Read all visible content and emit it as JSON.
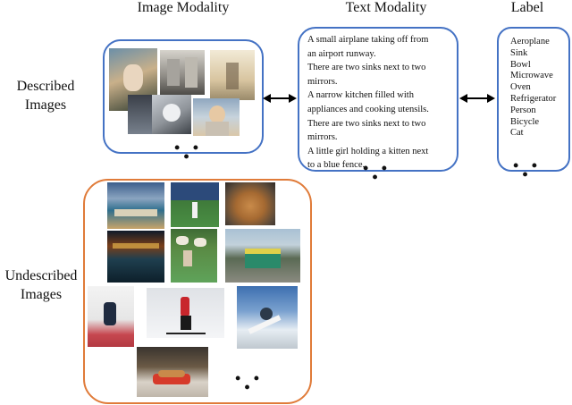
{
  "headers": {
    "image_modality": "Image Modality",
    "text_modality": "Text Modality",
    "label": "Label"
  },
  "side_labels": {
    "described_line1": "Described",
    "described_line2": "Images",
    "undescribed_line1": "Undescribed",
    "undescribed_line2": "Images"
  },
  "captions": [
    "A small airplane taking off from",
    "an airport runway.",
    "There are two sinks next to two",
    "mirrors.",
    "A narrow kitchen filled with",
    "appliances and cooking utensils.",
    "There are two sinks next to two",
    "mirrors.",
    "A little girl holding a kitten next",
    "to a blue fence."
  ],
  "labels": [
    "Aeroplane",
    "Sink",
    "Bowl",
    "Microwave",
    "Oven",
    "Refrigerator",
    "Person",
    "Bicycle",
    "Cat"
  ],
  "ellipsis": "• • •",
  "colors": {
    "described_border": "#4472c4",
    "undescribed_border": "#e07b39",
    "arrow": "#000000"
  }
}
